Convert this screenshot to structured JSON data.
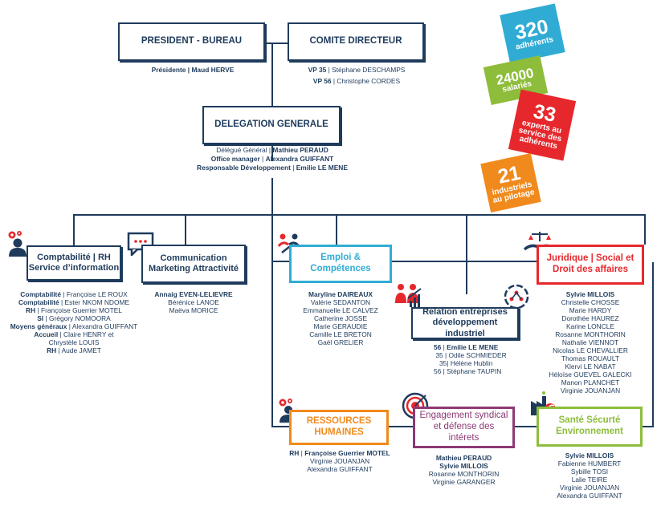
{
  "top": {
    "president": {
      "title": "PRESIDENT - BUREAU",
      "members": [
        {
          "role": "Présidente",
          "name": "Maud HERVE"
        }
      ]
    },
    "comite": {
      "title": "COMITE DIRECTEUR",
      "members": [
        {
          "role": "VP 35",
          "name": "Stéphane DESCHAMPS"
        },
        {
          "role": "VP 56",
          "name": "Christophe CORDES"
        }
      ]
    },
    "delegation": {
      "title": "DELEGATION GENERALE",
      "members": [
        {
          "role": "Délégué Général",
          "name": "Mathieu PERAUD"
        },
        {
          "role": "Office manager",
          "name": "Alexandra GUIFFANT"
        },
        {
          "role": "Responsable Développement",
          "name": "Emilie LE MENE"
        }
      ]
    }
  },
  "stats": [
    {
      "number": "320",
      "label": "adhérents",
      "color": "#30acd4"
    },
    {
      "number": "24000",
      "label": "salariés",
      "color": "#8dbd3a"
    },
    {
      "number": "33",
      "label": "experts au service des adhérents",
      "color": "#e6282d"
    },
    {
      "number": "21",
      "label": "industriels au pilotage",
      "color": "#f08a1c"
    }
  ],
  "compta": {
    "title": "Comptabilité | RH Service d’information",
    "members": [
      {
        "role": "Comptabilité",
        "name": "Françoise LE ROUX"
      },
      {
        "role": "Comptabilité",
        "name": "Ester NKOM NDOME"
      },
      {
        "role": "RH",
        "name": "Françoise Guerrier MOTEL"
      },
      {
        "role": "SI",
        "name": "Grégory NOMOORA"
      },
      {
        "role": "Moyens  généraux",
        "name": "Alexandra GUIFFANT"
      },
      {
        "role": "Accueil",
        "name": "Claire HENRY et"
      },
      {
        "role": "",
        "name": "Chrystèle LOUIS"
      },
      {
        "role": "RH",
        "name": "Aude JAMET"
      }
    ]
  },
  "communication": {
    "title": "Communication Marketing Attractivité",
    "members": [
      "Annaig EVEN-LELIEVRE",
      "Bérénice LANOE",
      "Maëva MORICE"
    ]
  },
  "emploi": {
    "title": "Emploi & Compétences",
    "members": [
      "Maryline DAIREAUX",
      "Valérie SEDANTON",
      "Emmanuelle LE CALVEZ",
      "Catherine JOSSE",
      "Marie GERAUDIE",
      "Camille LE BRETON",
      "Gaël GRELIER"
    ]
  },
  "relation": {
    "title": "Relation entreprises développement industriel",
    "members": [
      {
        "role": "56",
        "name": "Emilie LE MENE"
      },
      {
        "role": "35",
        "name": "Odile SCHMIEDER"
      },
      {
        "role": "35",
        "name": "Hélène Hublin"
      },
      {
        "role": "56",
        "name": "Stéphane TAUPIN"
      }
    ]
  },
  "juridique": {
    "title": "Juridique | Social et Droit des affaires",
    "members": [
      "Sylvie MILLOIS",
      "Christelle CHOSSE",
      "Marie HARDY",
      "Dorothée HAUREZ",
      "Karine LONCLE",
      "Rosanne MONTHORIN",
      "Nathalie VIENNOT",
      "Nicolas LE CHEVALLIER",
      "Thomas ROUAULT",
      "Klervi LE NABAT",
      "Héloïse GUEVEL GALECKI",
      "Manon PLANCHET",
      "Virginie JOUANJAN"
    ]
  },
  "rh": {
    "title": "RESSOURCES HUMAINES",
    "members": [
      {
        "role": "RH",
        "name": "Françoise Guerrier MOTEL"
      },
      {
        "role": "",
        "name": "Virginie JOUANJAN"
      },
      {
        "role": "",
        "name": "Alexandra GUIFFANT"
      }
    ]
  },
  "engagement": {
    "title": "Engagement syndical et défense des intérets",
    "members": [
      "Mathieu PERAUD",
      "Sylvie MILLOIS",
      "Rosanne MONTHORIN",
      "Virginie GARANGER"
    ]
  },
  "sante": {
    "title": "Santé Sécurté Environnement",
    "members": [
      "Sylvie MILLOIS",
      "Fabienne HUMBERT",
      "Sybille TOSI",
      "Lalie TEIRE",
      "Virginie JOUANJAN",
      "Alexandra GUIFFANT"
    ]
  }
}
